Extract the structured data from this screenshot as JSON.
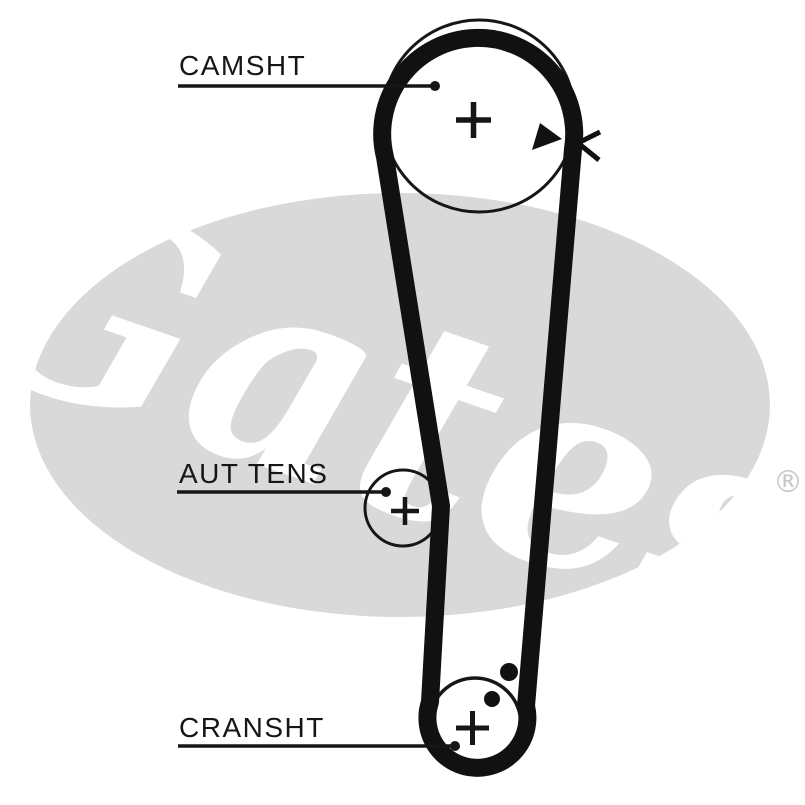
{
  "diagram": {
    "type": "timing-belt-routing-diagram",
    "labels": {
      "camshaft": "CAMSHT",
      "auto_tensioner": "AUT TENS",
      "crankshaft": "CRANSHT"
    },
    "watermark": {
      "brand": "Gates",
      "registered": "®"
    },
    "pulleys": [
      {
        "id": "camshaft-pulley",
        "label": "CAMSHT",
        "marker": "crosshair-plus"
      },
      {
        "id": "auto-tensioner-pulley",
        "label": "AUT TENS",
        "marker": "crosshair-plus"
      },
      {
        "id": "crankshaft-pulley",
        "label": "CRANSHT",
        "marker": "crosshair-plus"
      }
    ],
    "markers": {
      "direction_arrow": "solid-triangle-pointing-right-at-belt",
      "tension_check": "chevron-pointing-left-at-belt",
      "timing_dots_count": 2
    },
    "colors": {
      "ink": "#161616",
      "belt": "#111111",
      "watermark_gray": "#d9d9d9",
      "background": "#ffffff"
    }
  }
}
